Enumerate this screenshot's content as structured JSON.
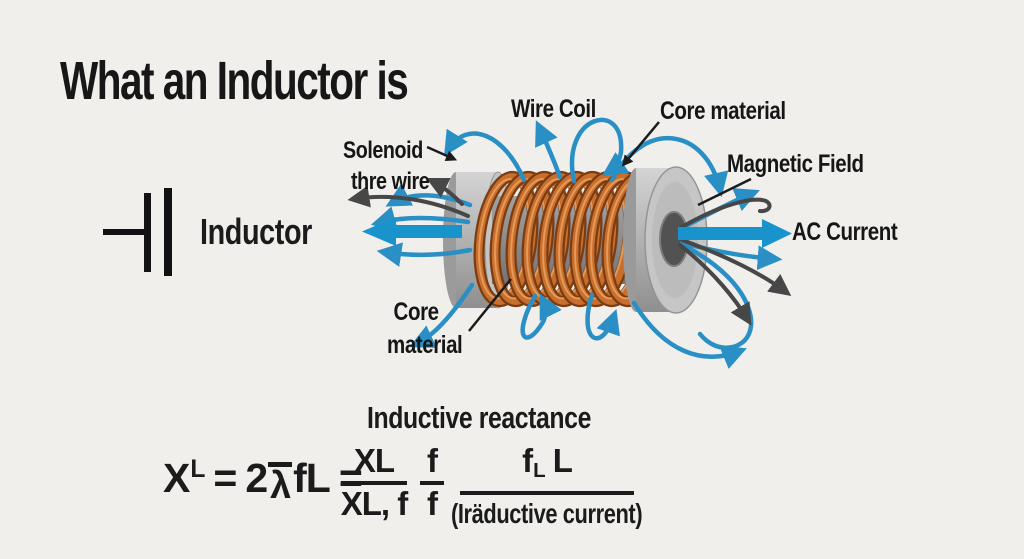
{
  "title": "What an Inductor is",
  "symbol": {
    "label": "Inductor"
  },
  "diagram": {
    "labels": {
      "wire_coil": "Wire Coil",
      "core_material_top": "Core material",
      "solenoid": "Solenoid",
      "thre_wire": "thre wire",
      "magnetic_field": "Magnetic Field",
      "ac_current": "AC Current",
      "core_bottom_line1": "Core",
      "core_bottom_line2": "material"
    },
    "colors": {
      "background": "#f0efec",
      "field_blue": "#2a8fc4",
      "big_arrow_blue": "#1893cc",
      "copper": "#c86f2e",
      "copper_dark": "#7a3c12",
      "cap_gray": "#bdbdbd",
      "hole_gray": "#525252",
      "arrow_dark": "#474747",
      "text_black": "#1b1b1b"
    }
  },
  "formula": {
    "heading": "Inductive reactance",
    "x": "X",
    "x_sub": "L",
    "equals": "=",
    "two": "2",
    "pi": "λ",
    "f_l": "fL",
    "frac1_num": "XL",
    "frac1_den": "XL, f",
    "frac2_num": "f",
    "frac2_den": "f",
    "frac3_num_f": "f",
    "frac3_num_sub": "L",
    "frac3_num_l": "L",
    "frac3_den": "(Iräductive current)"
  }
}
